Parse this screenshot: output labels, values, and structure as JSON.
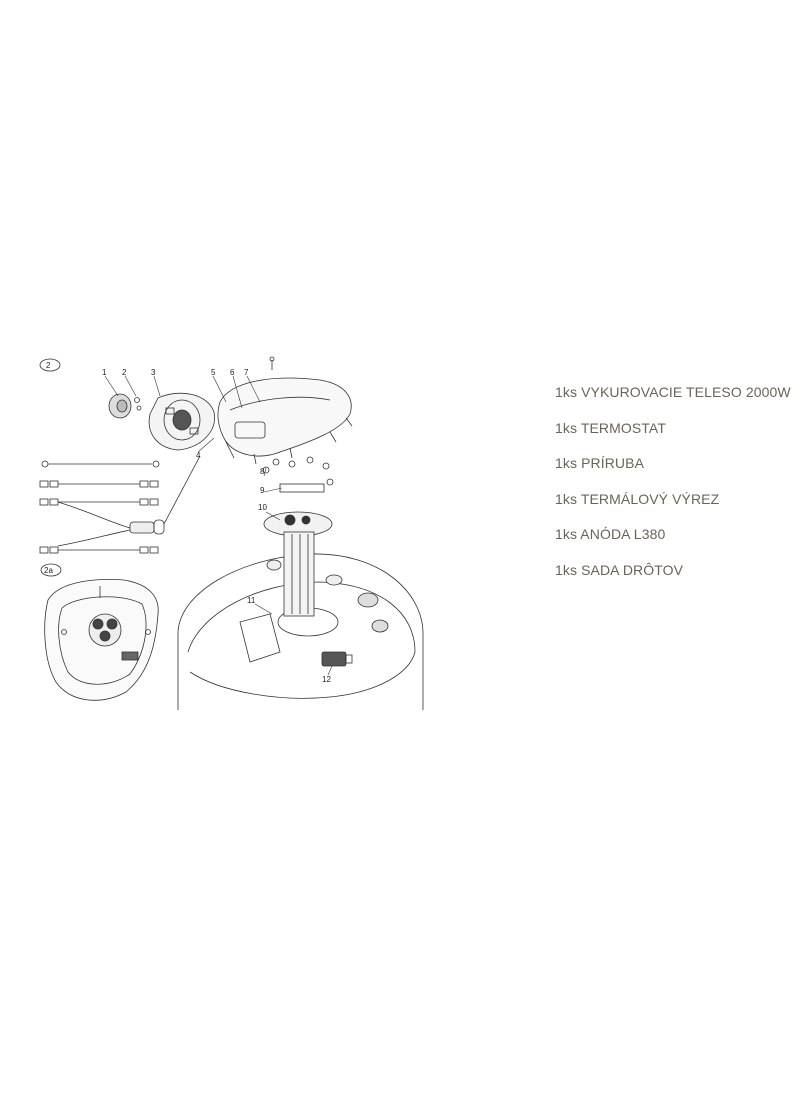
{
  "diagram": {
    "section_labels": [
      "2",
      "2a"
    ],
    "callouts": [
      "1",
      "2",
      "3",
      "4",
      "5",
      "6",
      "7",
      "8",
      "9",
      "10",
      "11",
      "12"
    ]
  },
  "parts": [
    "1ks VYKUROVACIE TELESO 2000W",
    "1ks TERMOSTAT",
    "1ks PRÍRUBA",
    "1ks TERMÁLOVÝ VÝREZ",
    "1ks ANÓDA L380",
    "1ks SADA DRÔTOV"
  ]
}
